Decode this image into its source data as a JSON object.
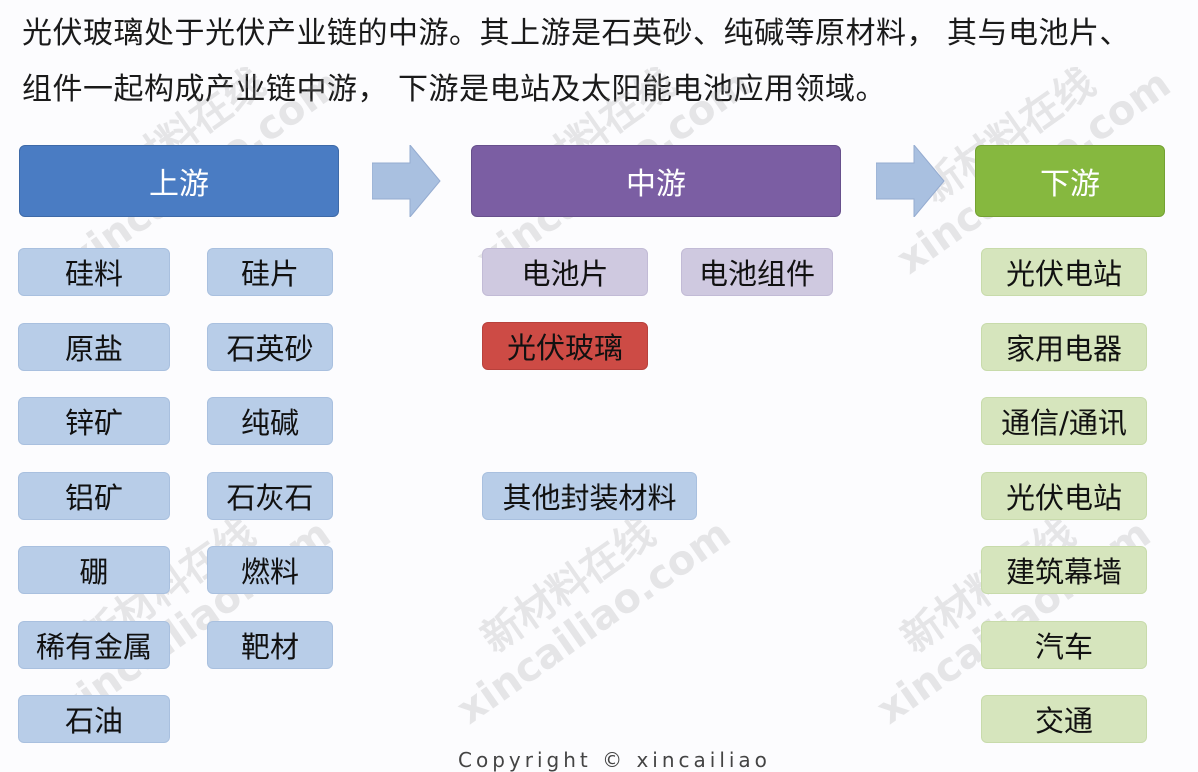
{
  "intro": {
    "line1": "光伏玻璃处于光伏产业链的中游。其上游是石英砂、纯碱等原材料， 其与电池片、",
    "line2": "组件一起构成产业链中游， 下游是电站及太阳能电池应用领域。"
  },
  "colors": {
    "upstream_header": "#4a7cc3",
    "midstream_header": "#7b5ea3",
    "downstream_header": "#86b83f",
    "upstream_item": "#b8cde8",
    "midstream_item": "#cfc9e0",
    "highlight_item": "#cd4b45",
    "downstream_item": "#d6e5bd",
    "arrow": "#a9c0e0"
  },
  "upstream": {
    "title": "上游",
    "left_items": [
      "硅料",
      "原盐",
      "锌矿",
      "铝矿",
      "硼",
      "稀有金属",
      "石油"
    ],
    "right_items": [
      "硅片",
      "石英砂",
      "纯碱",
      "石灰石",
      "燃料",
      "靶材"
    ]
  },
  "midstream": {
    "title": "中游",
    "items": [
      "电池片",
      "电池组件",
      "光伏玻璃",
      "其他封装材料"
    ],
    "highlight": "光伏玻璃"
  },
  "downstream": {
    "title": "下游",
    "items": [
      "光伏电站",
      "家用电器",
      "通信/通讯",
      "光伏电站",
      "建筑幕墙",
      "汽车",
      "交通"
    ]
  },
  "watermark": {
    "cn": "新材料在线",
    "en": "xincailiao.com"
  },
  "footer": "Copyright © xincailiao"
}
